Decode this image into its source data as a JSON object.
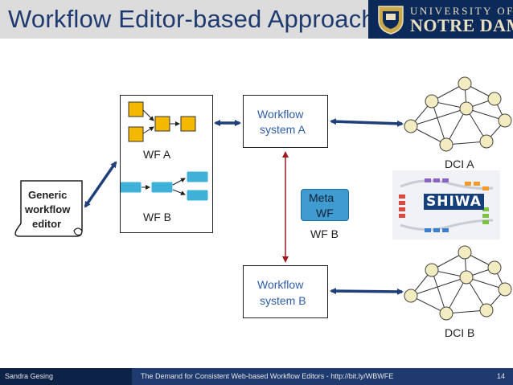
{
  "slide": {
    "title": "Workflow Editor-based Approach",
    "logo": {
      "line1": "UNIVERSITY OF",
      "line2": "NOTRE DAME"
    }
  },
  "diagram": {
    "editor": {
      "line1": "Generic",
      "line2": "workflow",
      "line3": "editor"
    },
    "wf_a_label": "WF A",
    "wf_b_label": "WF B",
    "system_a": {
      "line1": "Workflow",
      "line2": "system A"
    },
    "system_b": {
      "line1": "Workflow",
      "line2": "system B"
    },
    "meta": {
      "line1": "Meta",
      "line2": "WF",
      "caption": "WF B"
    },
    "dci_a_label": "DCI A",
    "dci_b_label": "DCI B",
    "shiwa_logo_text": "SHIWA"
  },
  "colors": {
    "title_text": "#1f3a6e",
    "logo_background": "#0b2a5a",
    "arrow": "#1e3f7a",
    "meta_arrow": "#9b1c1c",
    "wf_a_node": "#f5b800",
    "wf_b_node": "#3fb0d8",
    "grid_node": "#f3ecc0",
    "meta_box": "#3f9bd0",
    "footer": "#1f3a6e"
  },
  "footer": {
    "author": "Sandra Gesing",
    "center": "The Demand for Consistent Web-based Workflow Editors - http://bit.ly/WBWFE",
    "page": "14"
  }
}
